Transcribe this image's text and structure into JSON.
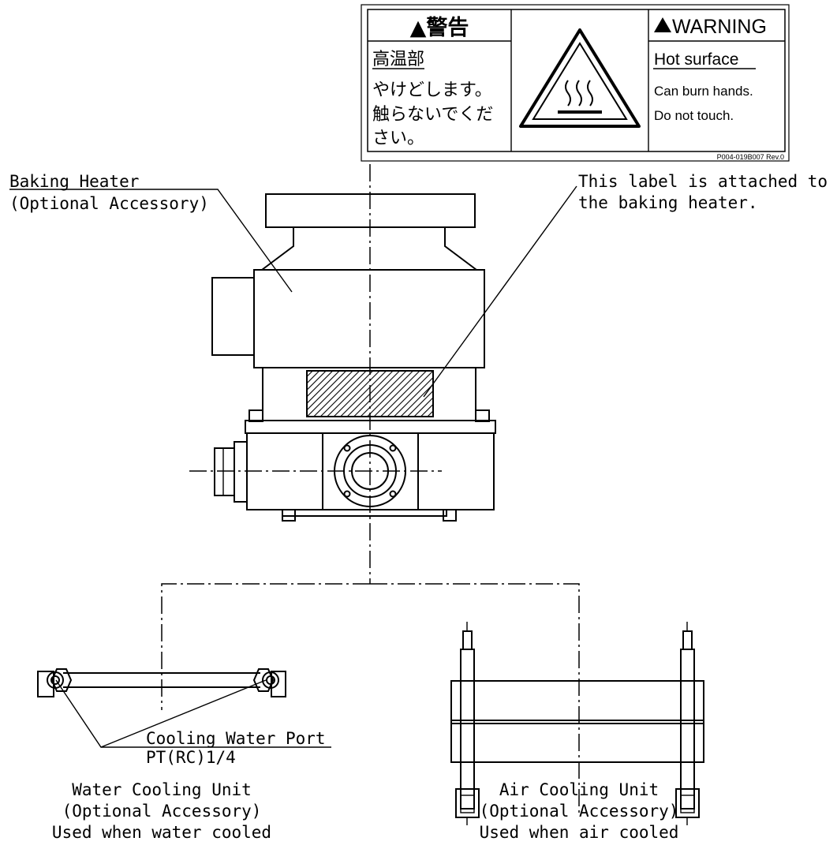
{
  "warning_label": {
    "jp_header": "▲警告",
    "jp_title": "高温部",
    "jp_line1": "やけどします。",
    "jp_line2": "触らないでくだ",
    "jp_line3": "さい。",
    "en_header": "WARNING",
    "en_title": "Hot surface",
    "en_line1": "Can burn hands.",
    "en_line2": "Do not touch.",
    "part_number": "P004-019B007 Rev.0",
    "symbol": "hot-surface-icon"
  },
  "callouts": {
    "baking_heater": "Baking Heater",
    "baking_heater_note": "(Optional Accessory)",
    "label_note_1": "This label is attached to",
    "label_note_2": "the baking heater.",
    "cooling_port": "Cooling Water Port",
    "cooling_port_spec": "PT(RC)1/4"
  },
  "units": {
    "water_title": "Water Cooling Unit",
    "water_note": "(Optional Accessory)",
    "water_usage": "Used when water cooled",
    "air_title": "Air Cooling Unit",
    "air_note": "(Optional Accessory)",
    "air_usage": "Used when air cooled"
  }
}
